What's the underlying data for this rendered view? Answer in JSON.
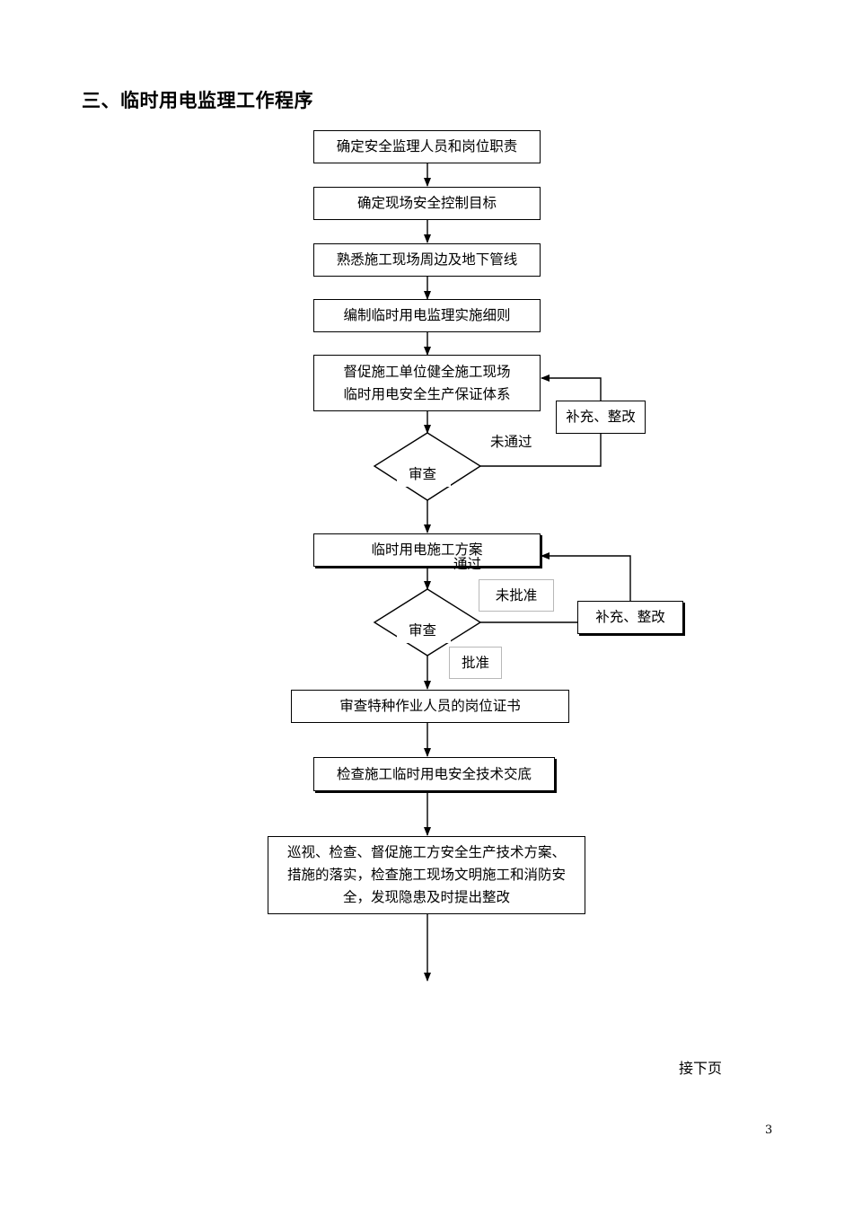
{
  "heading": "三、临时用电监理工作程序",
  "steps": {
    "s1": "确定安全监理人员和岗位职责",
    "s2": "确定现场安全控制目标",
    "s3": "熟悉施工现场周边及地下管线",
    "s4": "编制临时用电监理实施细则",
    "s5_line1": "督促施工单位健全施工现场",
    "s5_line2": "临时用电安全生产保证体系",
    "s6": "临时用电施工方案",
    "s7": "审查特种作业人员的岗位证书",
    "s8": "检查施工临时用电安全技术交底",
    "s9_line1": "巡视、检查、督促施工方安全生产技术方案、",
    "s9_line2": "措施的落实，检查施工现场文明施工和消防安",
    "s9_line3": "全，发现隐患及时提出整改"
  },
  "decisions": {
    "d1": "审查",
    "d2": "审查"
  },
  "side_boxes": {
    "fix1": "补充、整改",
    "fix2": "补充、整改"
  },
  "labels": {
    "not_passed": "未通过",
    "passed": "通过",
    "not_approved": "未批准",
    "approved": "批准"
  },
  "footer": {
    "continue": "接下页",
    "page_number": "3"
  }
}
